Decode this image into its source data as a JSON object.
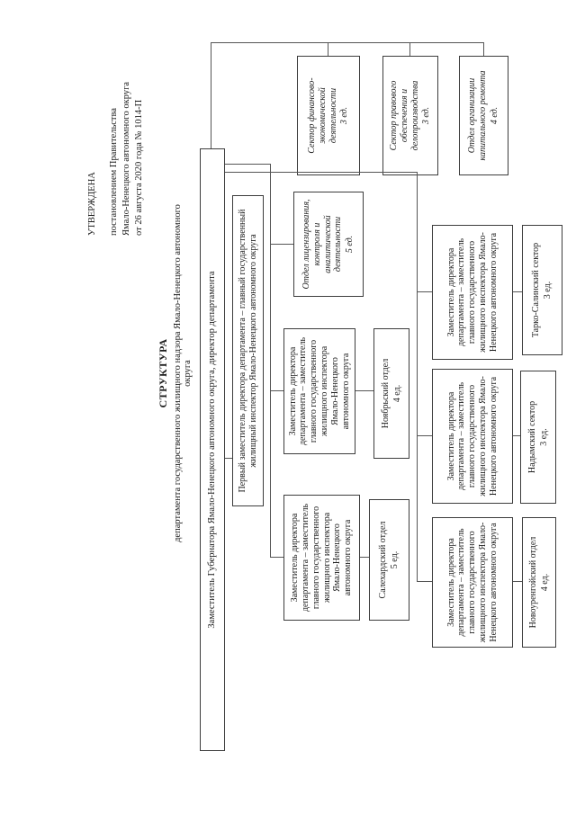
{
  "approval_stamp": {
    "approved": "УТВЕРЖДЕНА",
    "by_line1": "постановлением Правительства",
    "by_line2": "Ямало-Ненецкого автономного округа",
    "by_line3": "от 26 августа 2020 года № 1014-П"
  },
  "title": {
    "heading": "СТРУКТУРА",
    "subtitle": "департамента государственного жилищного надзора Ямало-Ненецкого автономного округа"
  },
  "org": {
    "director": "Заместитель Губернатора Ямало-Ненецкого автономного округа, директор департамента",
    "first_deputy": "Первый заместитель директора департамента – главный государственный жилищный инспектор Ямало-Ненецкого автономного округа",
    "director_units": [
      {
        "name": "Сектор финансово-экономической деятельности",
        "staff": "3 ед."
      },
      {
        "name": "Сектор правового обеспечения и делопроизводства",
        "staff": "3 ед."
      },
      {
        "name": "Отдел организации капитального ремонта",
        "staff": "4 ед."
      }
    ],
    "licensing_unit": {
      "name": "Отдел лицензирования, контроля и аналитической деятельности",
      "staff": "5 ед."
    },
    "deputies": [
      {
        "label": "Заместитель директора департамента – заместитель главного государственного жилищного инспектора Ямало-Ненецкого автономного округа",
        "unit_name": "Салехардский отдел",
        "unit_staff": "5 ед."
      },
      {
        "label": "Заместитель директора департамента – заместитель главного государственного жилищного инспектора Ямало-Ненецкого автономного округа",
        "unit_name": "Ноябрьский отдел",
        "unit_staff": "4 ед."
      },
      {
        "label": "Заместитель директора департамента – заместитель главного государственного жилищного инспектора Ямало-Ненецкого автономного округа",
        "unit_name": "Новоуренгойский отдел",
        "unit_staff": "4 ед."
      },
      {
        "label": "Заместитель директора департамента – заместитель главного государственного жилищного инспектора Ямало-Ненецкого автономного округа",
        "unit_name": "Надымский сектор",
        "unit_staff": "3 ед."
      },
      {
        "label": "Заместитель директора департамента – заместитель главного государственного жилищного инспектора Ямало-Ненецкого автономного округа",
        "unit_name": "Тарко-Салинский сектор",
        "unit_staff": "3 ед."
      }
    ]
  }
}
